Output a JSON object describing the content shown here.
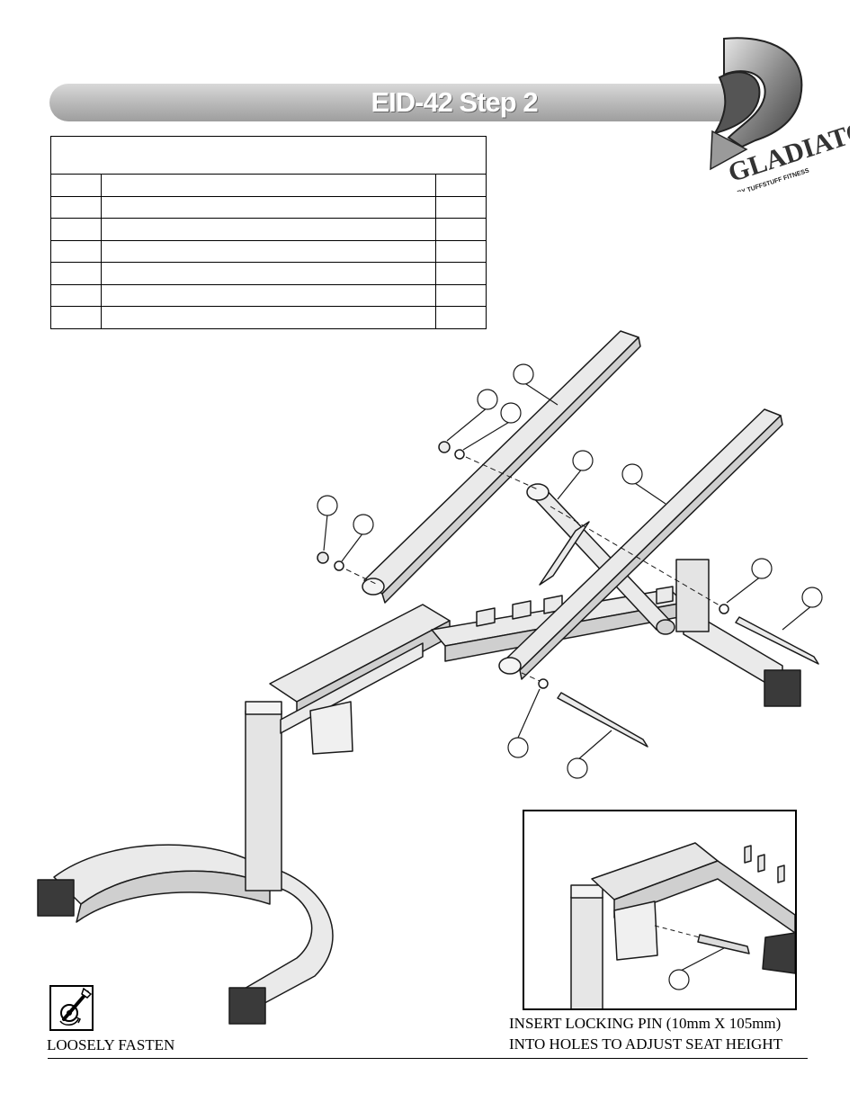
{
  "header": {
    "title": "EID-42 Step 2",
    "brand_wordmark": "GLADIATOR",
    "brand_tagline": "BY TUFFSTUFF FITNESS"
  },
  "parts_table": {
    "rows": 7,
    "columns": 3
  },
  "notes": {
    "fasten_label": "LOOSELY FASTEN",
    "fasten_icon": "wrench-icon",
    "inset_caption_line1": "INSERT LOCKING PIN (10mm X 105mm)",
    "inset_caption_line2": "INTO HOLES TO ADJUST SEAT HEIGHT"
  },
  "colors": {
    "title_bar": "#b5b5b5",
    "title_text": "#ffffff"
  }
}
